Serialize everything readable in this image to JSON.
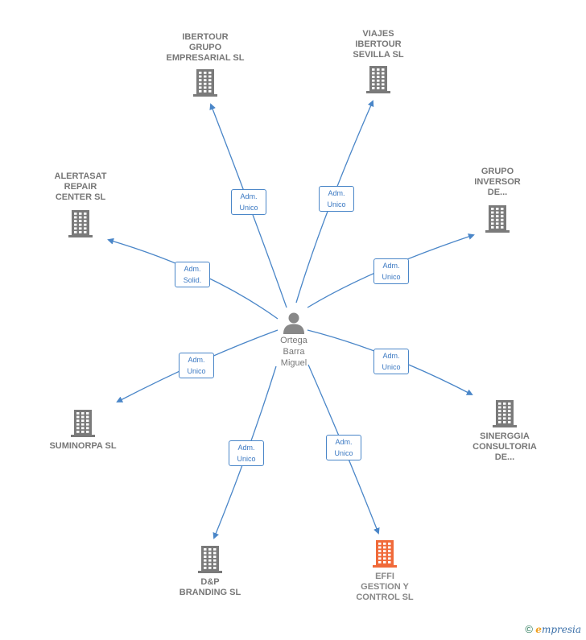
{
  "colors": {
    "edge": "#4a86c8",
    "building": "#7a7a7a",
    "building_highlight": "#f06a3a",
    "person": "#888888"
  },
  "center": {
    "name": "Ortega\nBarra\nMiguel",
    "icon": "person-icon"
  },
  "nodes": [
    {
      "id": "ibertour-grupo",
      "name": "IBERTOUR\nGRUPO\nEMPRESARIAL SL",
      "role": "Adm.\nUnico",
      "highlight": false
    },
    {
      "id": "viajes-ibertour",
      "name": "VIAJES\nIBERTOUR\nSEVILLA SL",
      "role": "Adm.\nUnico",
      "highlight": false
    },
    {
      "id": "alertasat",
      "name": "ALERTASAT\nREPAIR\nCENTER SL",
      "role": "Adm.\nSolid.",
      "highlight": false
    },
    {
      "id": "grupo-inversor",
      "name": "GRUPO\nINVERSOR\nDE...",
      "role": "Adm.\nUnico",
      "highlight": false
    },
    {
      "id": "suminorpa",
      "name": "SUMINORPA SL",
      "role": "Adm.\nUnico",
      "highlight": false
    },
    {
      "id": "sinerggia",
      "name": "SINERGGIA\nCONSULTORIA\nDE...",
      "role": "Adm.\nUnico",
      "highlight": false
    },
    {
      "id": "dp-branding",
      "name": "D&P\nBRANDING SL",
      "role": "Adm.\nUnico",
      "highlight": false
    },
    {
      "id": "effi",
      "name": "EFFI\nGESTION Y\nCONTROL SL",
      "role": "Adm.\nUnico",
      "highlight": true
    }
  ],
  "footer": {
    "copyright": "©",
    "brand_initial": "e",
    "brand_rest": "mpresia"
  }
}
